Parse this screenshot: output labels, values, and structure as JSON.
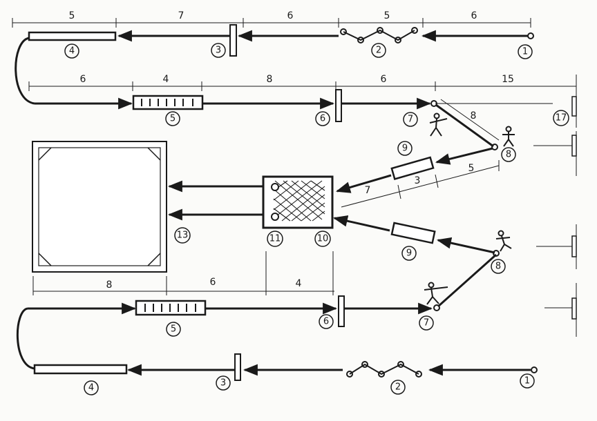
{
  "station_labels": {
    "s1": "1",
    "s2": "2",
    "s3": "3",
    "s4": "4",
    "s5": "5",
    "s6": "6",
    "s7": "7",
    "s8": "8",
    "s9": "9",
    "s10": "10",
    "s11": "11",
    "s13": "13",
    "s17": "17"
  },
  "top_row_distances": [
    "5",
    "7",
    "6",
    "5",
    "6"
  ],
  "second_row_distances": [
    "6",
    "4",
    "8",
    "6",
    "15"
  ],
  "diagonal_distance": "8",
  "upper_feed_distances": [
    "7",
    "3",
    "5"
  ],
  "mid_row_distances": [
    "8",
    "6",
    "4"
  ]
}
